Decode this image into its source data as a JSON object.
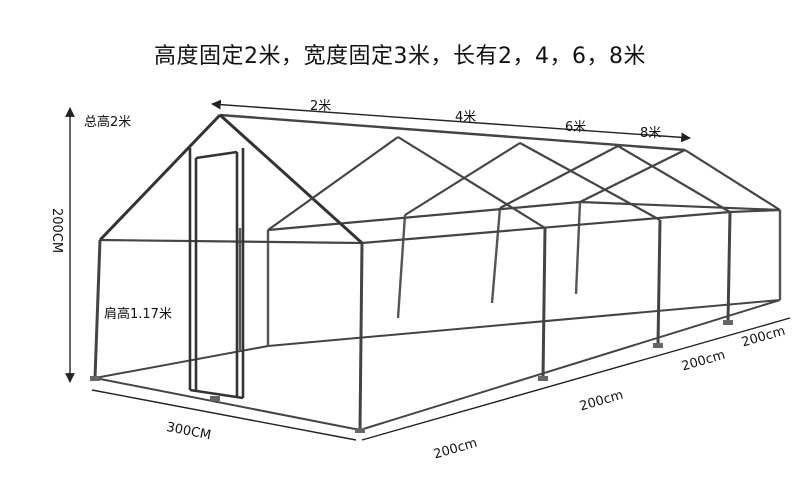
{
  "title": "高度固定2米，宽度固定3米，长有2，4，6，8米",
  "labels": {
    "total_height": "总高2米",
    "height_cm": "200CM",
    "shoulder_height": "肩高1.17米",
    "width_cm": "300CM",
    "len_2": "2米",
    "len_4": "4米",
    "len_6": "6米",
    "len_8": "8米",
    "seg1": "200cm",
    "seg2": "200cm",
    "seg3": "200cm",
    "seg4": "200cm"
  }
}
